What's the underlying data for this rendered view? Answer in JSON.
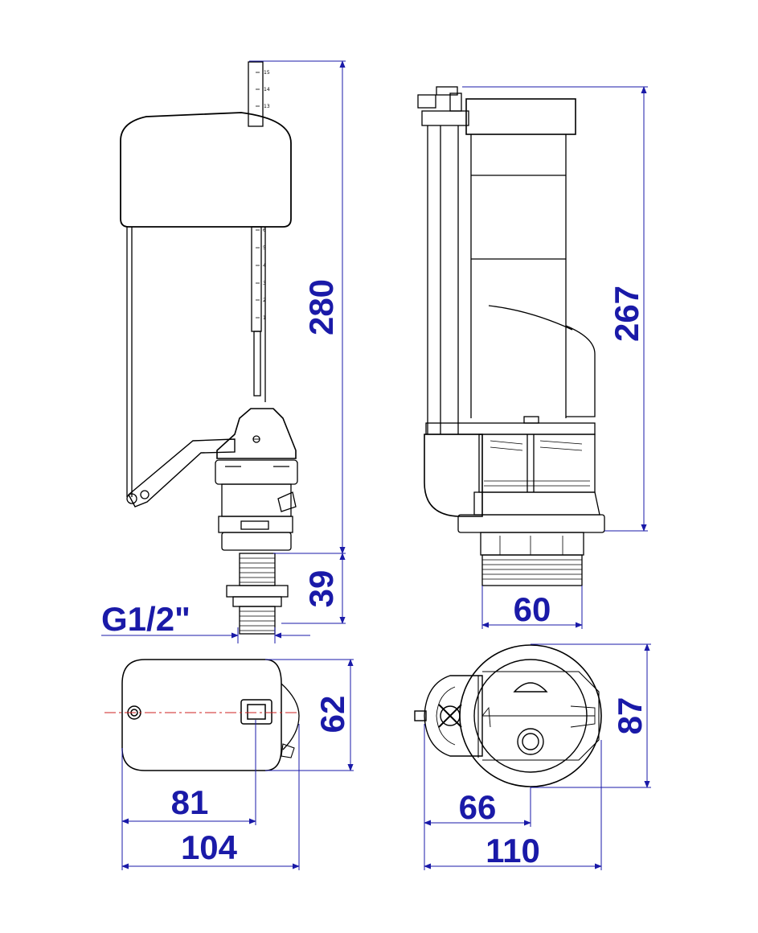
{
  "dimensions": {
    "fill_valve_height": "280",
    "fill_valve_shank": "39",
    "fill_valve_thread": "G1/2\"",
    "fill_valve_top_depth": "62",
    "fill_valve_top_axis": "81",
    "fill_valve_top_width": "104",
    "flush_valve_height": "267",
    "flush_valve_thread": "60",
    "flush_valve_top_depth": "87",
    "flush_valve_top_axis": "66",
    "flush_valve_top_width": "110"
  },
  "scale_marks": {
    "upper": [
      "15",
      "14",
      "13"
    ],
    "lower": [
      "6",
      "5",
      "4",
      "3",
      "2",
      "1"
    ]
  },
  "colors": {
    "dimension": "#1a1aa8",
    "line": "#000000",
    "axis": "#cc2222"
  }
}
